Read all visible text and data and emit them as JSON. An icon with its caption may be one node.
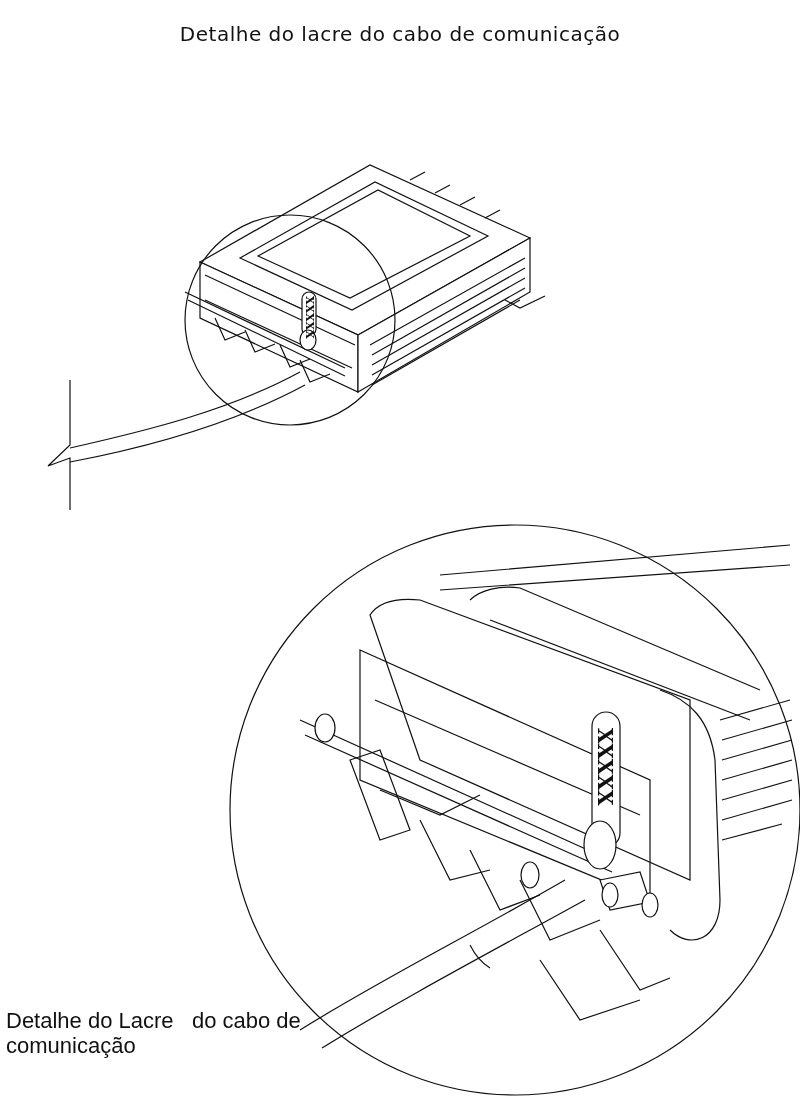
{
  "diagram": {
    "title": "Detalhe do lacre do cabo de comunicação",
    "labels": [
      "XXXXX",
      "XXXXX",
      "Detalhe do Lacre   do cabo de comunicação"
    ]
  }
}
